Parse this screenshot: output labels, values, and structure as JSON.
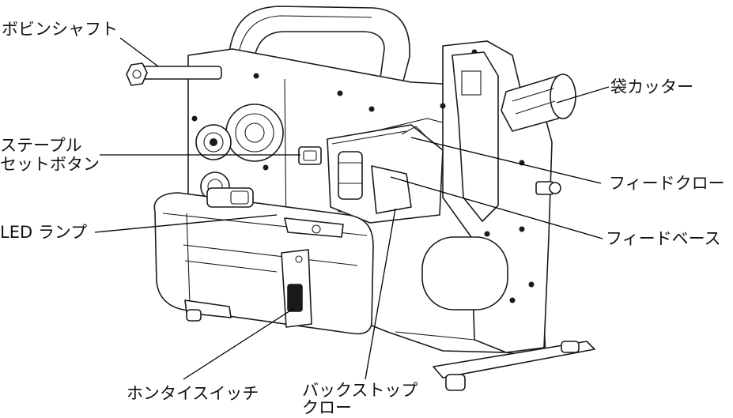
{
  "labels": {
    "bobbin_shaft": "ボビンシャフト",
    "staple_set_button_line1": "ステープル",
    "staple_set_button_line2": "セットボタン",
    "led_lamp": "LED ランプ",
    "power_switch": "ホンタイスイッチ",
    "backstop_claw_line1": "バックストップ",
    "backstop_claw_line2": "クロー",
    "bag_cutter": "袋カッター",
    "feed_claw": "フィードクロー",
    "feed_base": "フィードベース"
  }
}
